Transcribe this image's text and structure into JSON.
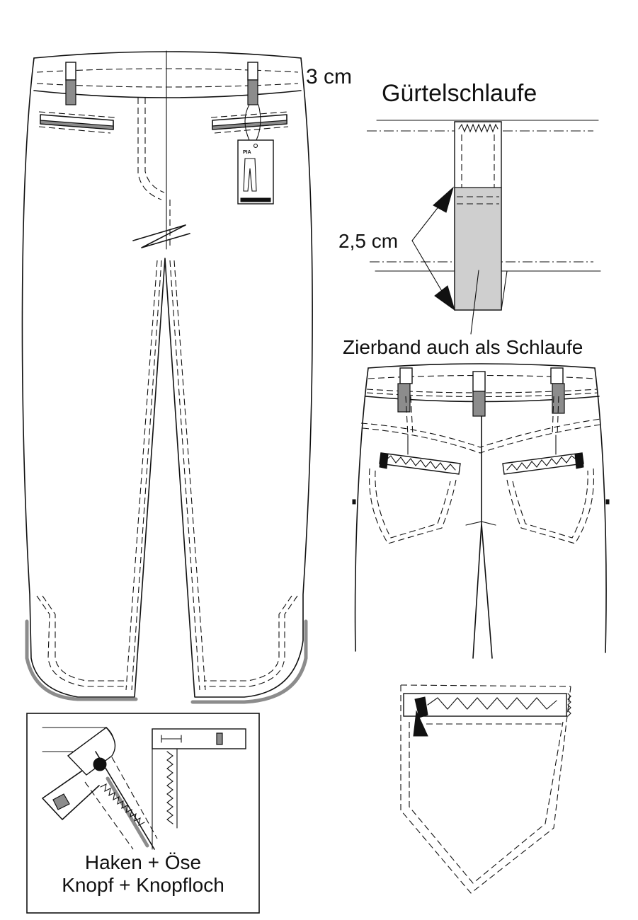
{
  "labels": {
    "waistband_height": "3 cm",
    "belt_loop_title": "Gürtelschlaufe",
    "loop_length": "2,5 cm",
    "trim_note": "Zierband auch als Schlaufe",
    "closure_line1": "Haken + Öse",
    "closure_line2": "Knopf + Knopfloch"
  },
  "hang_tag": {
    "brand": "PIA"
  },
  "colors": {
    "line": "#111111",
    "trim_gray": "#8c8c8c",
    "trim_light": "#cfcfcf",
    "background": "#ffffff"
  }
}
